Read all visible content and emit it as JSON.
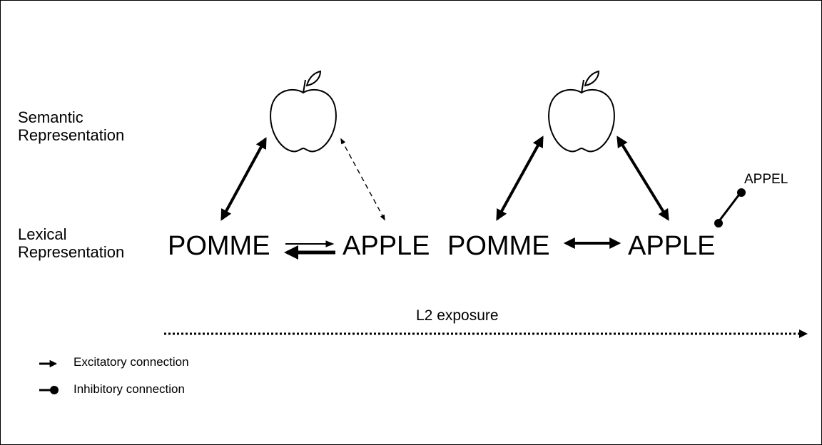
{
  "labels": {
    "semantic": [
      "Semantic",
      "Representation"
    ],
    "lexical": [
      "Lexical",
      "Representation"
    ]
  },
  "panel_left": {
    "word_l1": "POMME",
    "word_l2": "APPLE"
  },
  "panel_right": {
    "word_l1": "POMME",
    "word_l2": "APPLE",
    "competitor": "APPEL"
  },
  "timeline": {
    "label": "L2 exposure"
  },
  "legend": {
    "excitatory": "Excitatory connection",
    "inhibitory": "Inhibitory connection"
  },
  "icons": {
    "concept": "apple-icon"
  }
}
